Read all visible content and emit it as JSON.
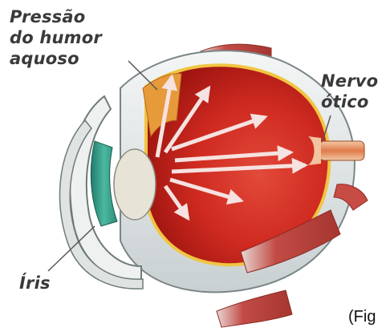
{
  "labels": {
    "pressure_line1": "Pressão",
    "pressure_line2": "do humor",
    "pressure_line3": "aquoso",
    "nerve_line1": "Nervo",
    "nerve_line2": "ótico",
    "iris": "Íris"
  },
  "caption": "(Fig",
  "colors": {
    "background": "#ffffff",
    "sclera": "#e8ecec",
    "vitreous": "#c8241c",
    "muscle": "#c44a44",
    "lens": "#e7e3d6",
    "iris_band": "#2f9a86",
    "label_text": "#3a3a3a"
  }
}
